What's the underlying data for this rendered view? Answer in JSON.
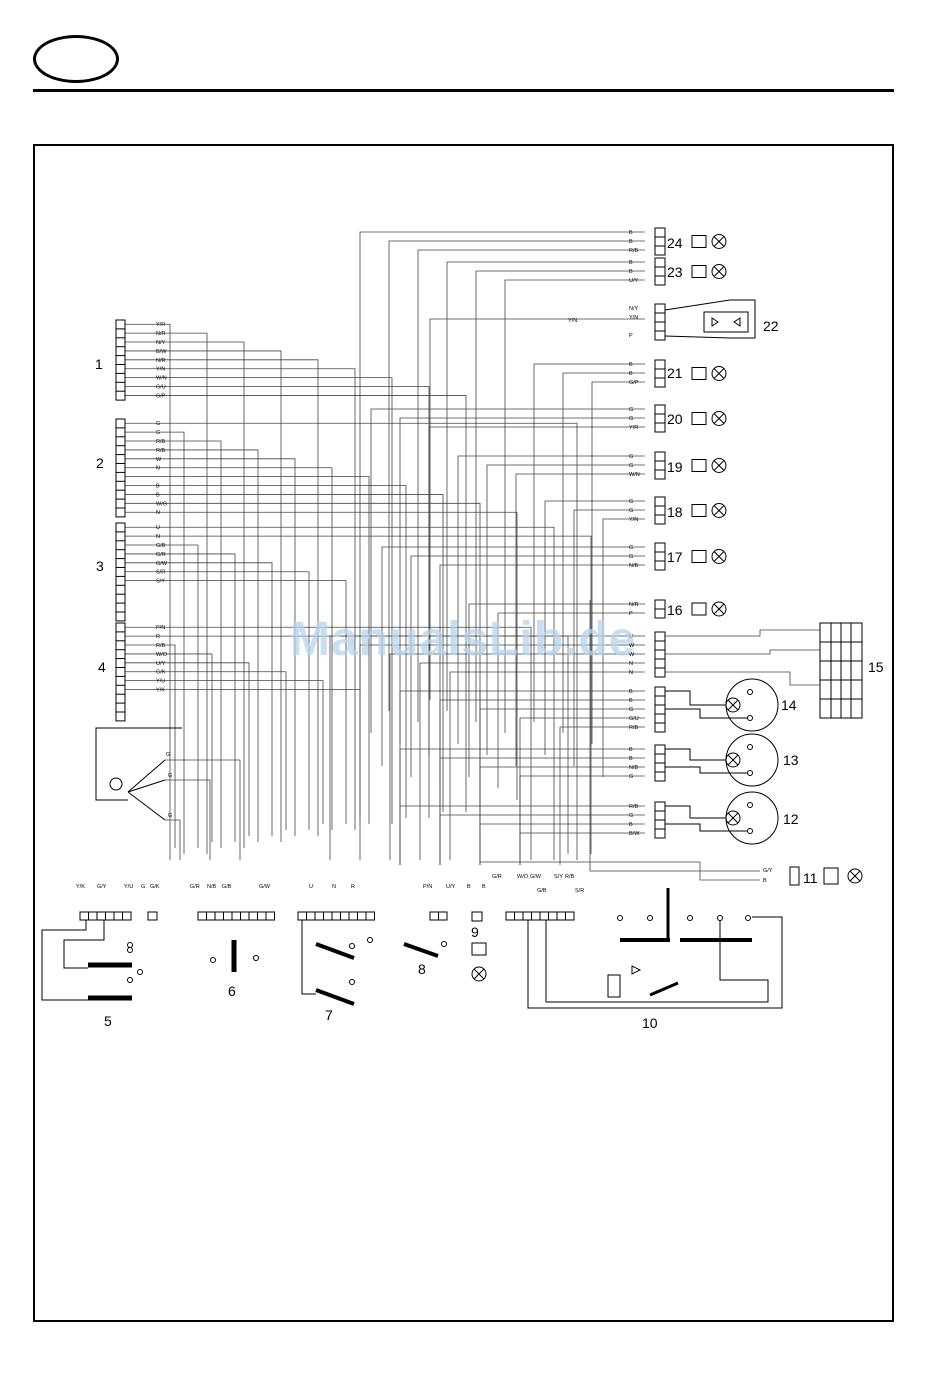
{
  "watermark": "ManualsLib.de",
  "components": {
    "c1": "1",
    "c2": "2",
    "c3": "3",
    "c4": "4",
    "c5": "5",
    "c6": "6",
    "c7": "7",
    "c8": "8",
    "c9": "9",
    "c10": "10",
    "c11": "11",
    "c12": "12",
    "c13": "13",
    "c14": "14",
    "c15": "15",
    "c16": "16",
    "c17": "17",
    "c18": "18",
    "c19": "19",
    "c20": "20",
    "c21": "21",
    "c22": "22",
    "c23": "23",
    "c24": "24"
  },
  "block_wires": {
    "b1": [
      "Y/R",
      "N/R",
      "N/Y",
      "B/W",
      "N/R",
      "Y/N",
      "W/N",
      "G/U",
      "G/P"
    ],
    "b2": [
      "G",
      "G",
      "R/B",
      "R/B",
      "W",
      "N",
      "",
      "B",
      "B",
      "W/G",
      "N"
    ],
    "b3": [
      "U",
      "N",
      "G/B",
      "G/R",
      "G/W",
      "S/R",
      "S/Y"
    ],
    "b4": [
      "P/N",
      "R",
      "R/B",
      "W/O",
      "U/Y",
      "G/K",
      "Y/U",
      "Y/K"
    ]
  },
  "lamp_wires": {
    "l24": [
      "B",
      "B",
      "R/B"
    ],
    "l23": [
      "B",
      "B",
      "U/Y"
    ],
    "l22": [
      "N/Y",
      "Y/N",
      "",
      "P"
    ],
    "l22_side": "Y/N",
    "l21": [
      "B",
      "B",
      "G/P"
    ],
    "l20": [
      "G",
      "G",
      "Y/R"
    ],
    "l19": [
      "G",
      "G",
      "W/N"
    ],
    "l18": [
      "G",
      "G",
      "Y/N"
    ],
    "l17": [
      "G",
      "G",
      "N/B"
    ],
    "l16": [
      "N/R",
      "P"
    ],
    "l15": [
      "U",
      "W",
      "W",
      "N",
      "N"
    ],
    "l14": [
      "B",
      "B",
      "G",
      "G/U",
      "R/B"
    ],
    "l13": [
      "B",
      "B",
      "N/B",
      "G"
    ],
    "l12": [
      "R/B",
      "G",
      "B",
      "B/W"
    ],
    "l11": [
      "G/Y",
      "B"
    ]
  },
  "ground_wires": [
    "G",
    "G",
    "G"
  ],
  "switch_labels": {
    "s5": [
      "Y/K",
      "G/Y",
      "Y/U",
      "G",
      "G/K"
    ],
    "s6": [
      "G/R",
      "N/B",
      "G/B",
      "G/W"
    ],
    "s7": [
      "U",
      "N",
      "R"
    ],
    "s8": [
      "P/N",
      "U/Y"
    ],
    "s9": [
      "B",
      "B"
    ],
    "s10": [
      "G/R",
      "W/O",
      "G/W",
      "G/B",
      "S/Y",
      "R/B",
      "S/R"
    ]
  },
  "colors": {
    "ink": "#000000",
    "watermark": "#b9d3ee"
  }
}
